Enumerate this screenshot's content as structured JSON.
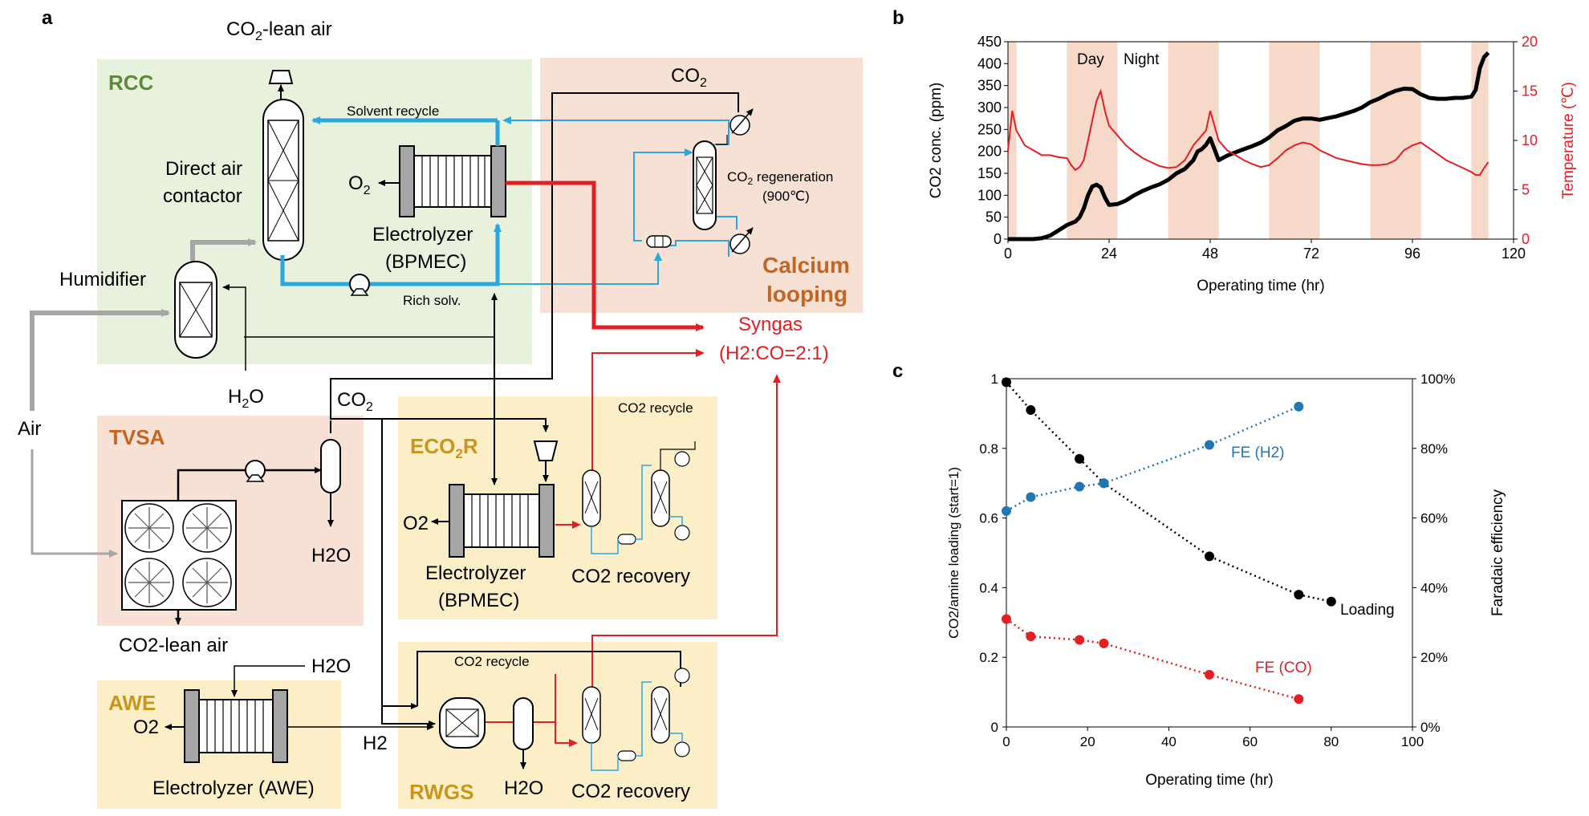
{
  "panel_a": {
    "label": "a",
    "co2_lean_air_top": "CO",
    "co2_lean_air_top_sub": "2",
    "co2_lean_air_top_tail": "-lean air",
    "rcc": "RCC",
    "direct_air_1": "Direct air",
    "direct_air_2": "contactor",
    "solvent_recycle": "Solvent recycle",
    "o2_rcc": "O",
    "o2_rcc_sub": "2",
    "electrolyzer_rcc_1": "Electrolyzer",
    "electrolyzer_rcc_2": "(BPMEC)",
    "rich_solv": "Rich solv.",
    "humidifier": "Humidifier",
    "h2o_hum": "H",
    "h2o_hum_sub": "2",
    "h2o_hum_tail": "O",
    "co2_top": "CO",
    "co2_top_sub": "2",
    "co2_regen_1a": "CO",
    "co2_regen_1sub": "2",
    "co2_regen_1b": " regeneration",
    "co2_regen_2": "(900℃)",
    "calcium_1": "Calcium",
    "calcium_2": "looping",
    "syngas_1": "Syngas",
    "syngas_2": "(H2:CO=2:1)",
    "air": "Air",
    "co2_mid": "CO",
    "co2_mid_sub": "2",
    "tvsa": "TVSA",
    "h2o_tvsa": "H2O",
    "co2_lean_air_bottom": "CO2-lean air",
    "eco2r_a": "ECO",
    "eco2r_sub": "2",
    "eco2r_b": "R",
    "co2_recycle_eco": "CO2 recycle",
    "o2_eco": "O2",
    "electrolyzer_eco_1": "Electrolyzer",
    "electrolyzer_eco_2": "(BPMEC)",
    "co2_recovery_eco": "CO2 recovery",
    "awe": "AWE",
    "h2o_awe": "H2O",
    "o2_awe": "O2",
    "electrolyzer_awe": "Electrolyzer (AWE)",
    "h2": "H2",
    "co2_recycle_rwgs": "CO2 recycle",
    "rwgs": "RWGS",
    "h2o_rwgs": "H2O",
    "co2_recovery_rwgs": "CO2 recovery"
  },
  "panel_b": {
    "label": "b",
    "xlabel": "Operating time (hr)",
    "ylabel_left": "CO2 conc. (ppm)",
    "ylabel_right": "Temperature (℃)",
    "day": "Day",
    "night": "Night"
  },
  "panel_c": {
    "label": "c",
    "xlabel": "Operating time (hr)",
    "ylabel_left": "CO2/amine loading (start=1)",
    "ylabel_right": "Faradaic efficiency",
    "loading": "Loading",
    "fe_h2": "FE (H2)",
    "fe_co": "FE (CO)"
  },
  "colors": {
    "rcc_bg": "#e8f1dc",
    "rose_bg": "#f7e0d4",
    "yellow_bg": "#fcefc8",
    "solvent_blue": "#29a8e0",
    "syngas_red": "#e31e24",
    "co2_black": "#000000",
    "air_gray": "#a6a6a6",
    "green_label": "#5a8a3a",
    "orange_label": "#c5651f",
    "gold_label": "#b8860b",
    "band": "#f7d9c9",
    "fe_h2_blue": "#1f77b4"
  },
  "chart_data": [
    {
      "type": "line",
      "x_range": [
        0,
        120
      ],
      "xticks": [
        0,
        24,
        48,
        72,
        96,
        120
      ],
      "left_ylim": [
        0,
        450
      ],
      "left_yticks": [
        0,
        50,
        100,
        150,
        200,
        250,
        300,
        350,
        400,
        450
      ],
      "right_ylim": [
        0,
        20
      ],
      "right_yticks": [
        0,
        5,
        10,
        15,
        20
      ],
      "day_bands": [
        [
          0,
          2
        ],
        [
          14,
          26
        ],
        [
          38,
          50
        ],
        [
          62,
          74
        ],
        [
          86,
          98
        ],
        [
          110,
          114
        ]
      ],
      "series": [
        {
          "axis": "left",
          "x": [
            0,
            1,
            2,
            4,
            6,
            8,
            10,
            12,
            14,
            16,
            17,
            18,
            19,
            20,
            21,
            22,
            23,
            24,
            26,
            28,
            30,
            32,
            34,
            36,
            38,
            40,
            42,
            44,
            45,
            46,
            47,
            48,
            49,
            50,
            52,
            54,
            56,
            58,
            60,
            62,
            64,
            66,
            68,
            70,
            72,
            74,
            76,
            78,
            80,
            82,
            84,
            86,
            88,
            90,
            92,
            94,
            96,
            98,
            100,
            102,
            104,
            106,
            108,
            110,
            111,
            112,
            113,
            114
          ],
          "y": [
            0,
            0,
            0,
            0,
            0,
            2,
            8,
            20,
            32,
            40,
            50,
            70,
            100,
            120,
            124,
            118,
            95,
            78,
            80,
            88,
            100,
            110,
            118,
            125,
            135,
            150,
            160,
            180,
            200,
            205,
            215,
            230,
            205,
            180,
            190,
            198,
            205,
            212,
            220,
            232,
            248,
            258,
            270,
            275,
            275,
            272,
            276,
            280,
            286,
            292,
            300,
            312,
            320,
            330,
            338,
            343,
            342,
            330,
            322,
            320,
            320,
            322,
            322,
            325,
            340,
            390,
            415,
            425
          ]
        },
        {
          "axis": "right",
          "x": [
            0,
            1,
            2,
            4,
            6,
            8,
            10,
            12,
            14,
            15,
            16,
            17,
            18,
            19,
            20,
            21,
            22,
            23,
            24,
            26,
            28,
            30,
            32,
            34,
            36,
            38,
            40,
            42,
            44,
            46,
            47,
            48,
            49,
            50,
            52,
            54,
            56,
            58,
            60,
            62,
            64,
            66,
            68,
            70,
            72,
            74,
            76,
            78,
            80,
            82,
            84,
            86,
            88,
            90,
            92,
            94,
            96,
            98,
            100,
            102,
            104,
            106,
            108,
            110,
            111,
            112,
            113,
            114
          ],
          "y": [
            9,
            13,
            11,
            9.5,
            9,
            8.5,
            8.5,
            8.3,
            8.2,
            7.5,
            7,
            7.3,
            8,
            10,
            12,
            14,
            15,
            13,
            11.5,
            10.5,
            9.5,
            8.8,
            8.2,
            7.8,
            7.4,
            7.2,
            7.3,
            8,
            9.5,
            10.5,
            11,
            13,
            11.5,
            10,
            9,
            8.5,
            8,
            7.6,
            7.3,
            7.5,
            8.2,
            9,
            9.5,
            9.8,
            9.6,
            9,
            8.6,
            8.2,
            8,
            7.8,
            7.6,
            7.5,
            7.5,
            7.6,
            8,
            9,
            9.5,
            9.8,
            9.2,
            8.6,
            8,
            7.6,
            7.2,
            6.8,
            6.5,
            6.5,
            7.2,
            7.8
          ]
        }
      ]
    },
    {
      "type": "scatter",
      "x_range": [
        0,
        100
      ],
      "xticks": [
        0,
        20,
        40,
        60,
        80,
        100
      ],
      "left_ylim": [
        0,
        1
      ],
      "left_yticks": [
        0,
        0.2,
        0.4,
        0.6,
        0.8,
        1
      ],
      "right_ylim": [
        0,
        100
      ],
      "right_yticks": [
        "0%",
        "20%",
        "40%",
        "60%",
        "80%",
        "100%"
      ],
      "series": [
        {
          "name": "Loading",
          "axis": "left",
          "x": [
            0,
            6,
            18,
            24,
            50,
            72,
            80
          ],
          "y": [
            0.99,
            0.91,
            0.77,
            0.7,
            0.49,
            0.38,
            0.36
          ]
        },
        {
          "name": "FE (H2)",
          "axis": "right",
          "x": [
            0,
            6,
            18,
            24,
            50,
            72
          ],
          "y": [
            62,
            66,
            69,
            70,
            81,
            92
          ]
        },
        {
          "name": "FE (CO)",
          "axis": "right",
          "x": [
            0,
            6,
            18,
            24,
            50,
            72
          ],
          "y": [
            31,
            26,
            25,
            24,
            15,
            8
          ]
        }
      ]
    }
  ]
}
